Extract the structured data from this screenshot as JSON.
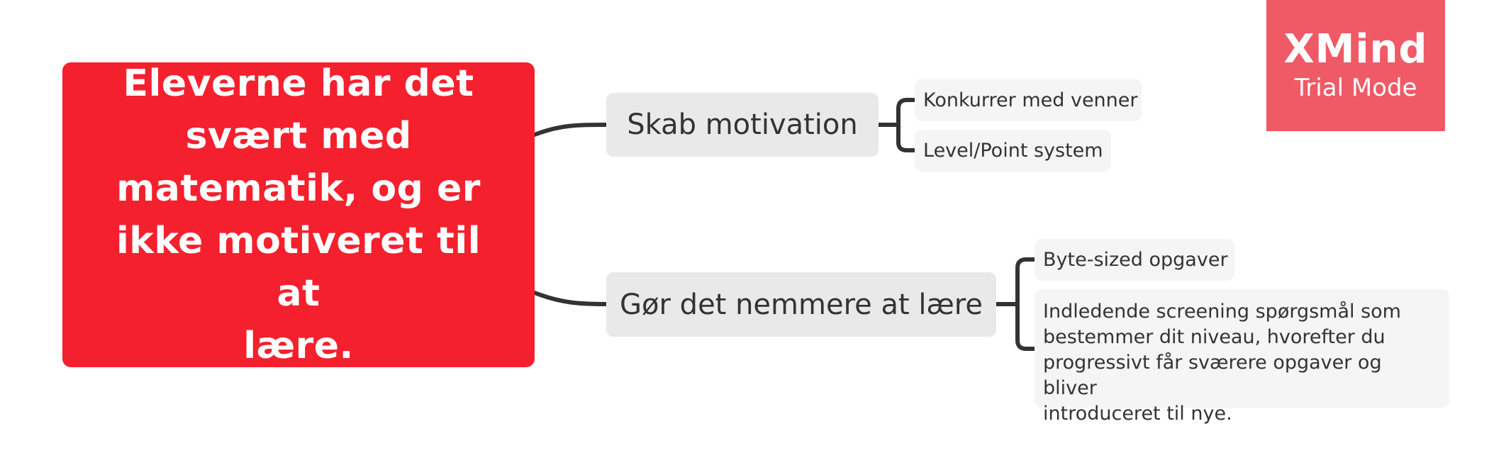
{
  "central_topic": {
    "text": "Eleverne har det svært med matematik, og er ikke motiveret til at lære.",
    "lines": [
      "Eleverne har det",
      "svært med",
      "matematik, og er",
      "ikke motiveret til at",
      "lære."
    ]
  },
  "branches": [
    {
      "label": "Skab motivation",
      "subtopics": [
        "Konkurrer med venner",
        "Level/Point system"
      ]
    },
    {
      "label": "Gør det nemmere at lære",
      "subtopics": [
        "Byte-sized opgaver",
        "Indledende screening spørgsmål som bestemmer dit niveau, hvorefter du progressivt får sværere opgaver og bliver introduceret til nye."
      ],
      "subtopic_2_lines": [
        "Indledende screening spørgsmål som",
        "bestemmer dit niveau, hvorefter du",
        "progressivt får sværere opgaver og bliver",
        "introduceret til nye."
      ]
    }
  ],
  "watermark": {
    "logo": "XMind",
    "mode": "Trial Mode"
  },
  "colors": {
    "central_fill": "#f5202e",
    "topic_fill": "#e9e9e9",
    "subtopic_fill": "#f5f5f5",
    "connector": "#333333",
    "watermark_fill": "#ef5a66"
  }
}
